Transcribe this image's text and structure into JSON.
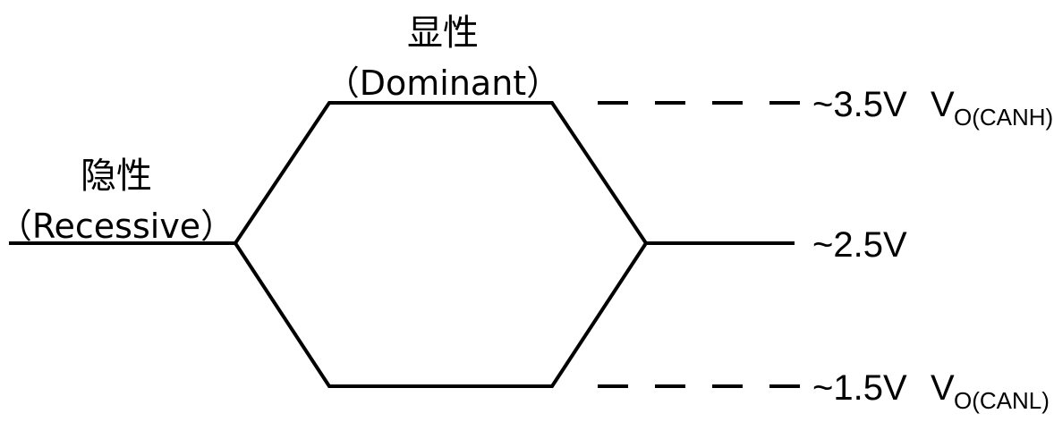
{
  "labels": {
    "dominant_cn": "显性",
    "dominant_en": "（Dominant）",
    "recessive_cn": "隐性",
    "recessive_en": "（Recessive）"
  },
  "levels": {
    "high": {
      "voltage": "~3.5V",
      "symbol": "V",
      "subscript": "O(CANH)"
    },
    "mid": {
      "voltage": "~2.5V"
    },
    "low": {
      "voltage": "~1.5V",
      "symbol": "V",
      "subscript": "O(CANL)"
    }
  }
}
